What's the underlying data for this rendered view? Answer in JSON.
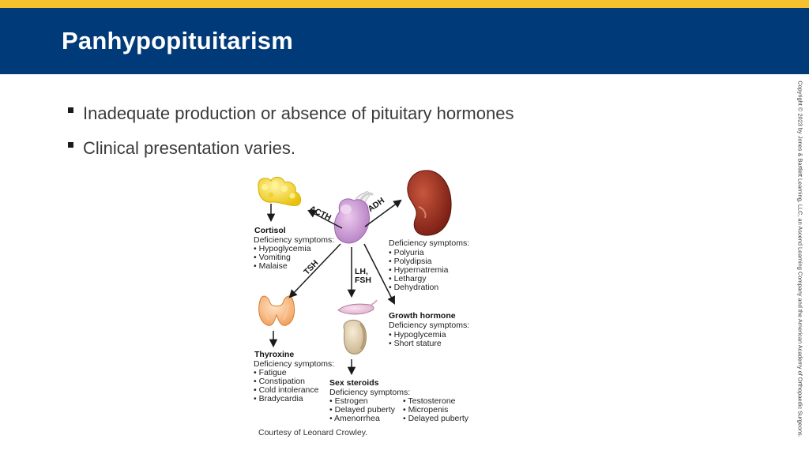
{
  "colors": {
    "accent_gold": "#f4c22c",
    "header_blue": "#003a78"
  },
  "slide": {
    "title": "Panhypopituitarism",
    "bullets": [
      "Inadequate production or absence of pituitary hormones",
      "Clinical presentation varies."
    ],
    "copyright": "Copyright © 2023 by Jones & Bartlett Learning, LLC, an Ascend Learning Company and the American Academy of Orthopaedic Surgeons.",
    "credit": "Courtesy of Leonard Crowley."
  },
  "diagram": {
    "hormone_labels": {
      "acth": "ACTH",
      "adh": "ADH",
      "tsh": "TSH",
      "lh_fsh": [
        "LH,",
        "FSH"
      ]
    },
    "cortisol": {
      "title": "Cortisol",
      "heading": "Deficiency symptoms:",
      "items": [
        "• Hypoglycemia",
        "• Vomiting",
        "• Malaise"
      ]
    },
    "adh": {
      "heading": "Deficiency symptoms:",
      "items": [
        "• Polyuria",
        "• Polydipsia",
        "• Hypernatremia",
        "• Lethargy",
        "• Dehydration"
      ]
    },
    "growth_hormone": {
      "title": "Growth hormone",
      "heading": "Deficiency symptoms:",
      "items": [
        "• Hypoglycemia",
        "• Short stature"
      ]
    },
    "thyroxine": {
      "title": "Thyroxine",
      "heading": "Deficiency symptoms:",
      "items": [
        "• Fatigue",
        "• Constipation",
        "• Cold intolerance",
        "• Bradycardia"
      ]
    },
    "sex_steroids": {
      "title": "Sex steroids",
      "heading": "Deficiency symptoms:",
      "items_left": [
        "• Estrogen",
        "• Delayed puberty",
        "• Amenorrhea"
      ],
      "items_right": [
        "• Testosterone",
        "• Micropenis",
        "• Delayed puberty"
      ]
    }
  }
}
